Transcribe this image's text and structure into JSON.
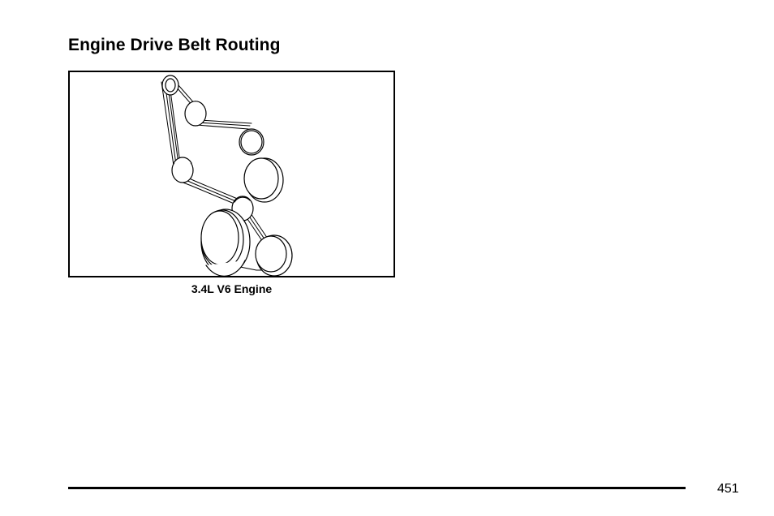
{
  "page": {
    "section_title": "Engine Drive Belt Routing",
    "figure_caption": "3.4L V6 Engine",
    "page_number": "451"
  },
  "diagram": {
    "kind": "belt-routing-line-drawing",
    "line_color": "#000000",
    "fill_color": "#ffffff"
  }
}
